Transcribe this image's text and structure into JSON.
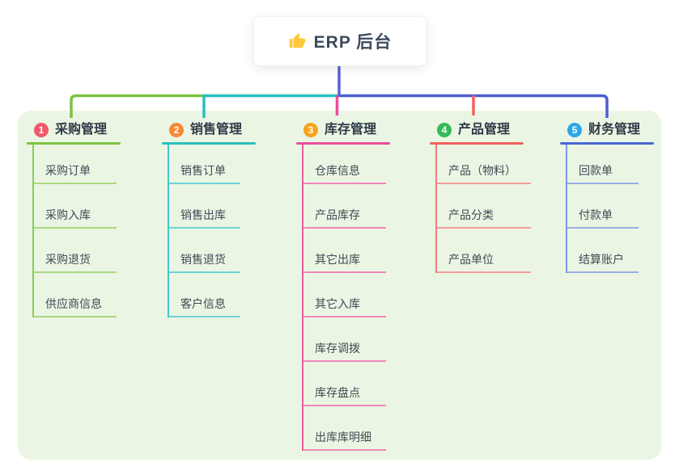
{
  "root": {
    "label": "ERP 后台",
    "icon": "thumbs-up-icon"
  },
  "panel_background": "#eaf6e3",
  "connectors": {
    "root_line_color": "#5463d4",
    "bus_segment_colors": [
      "#7dc242",
      "#29bfc0",
      "#ea4e9b",
      "#f2605f",
      "#4a67d3"
    ]
  },
  "branches": [
    {
      "index": "1",
      "label": "采购管理",
      "badge_color": "#f2596b",
      "line_color": "#7dc242",
      "children": [
        "采购订单",
        "采购入库",
        "采购退货",
        "供应商信息"
      ]
    },
    {
      "index": "2",
      "label": "销售管理",
      "badge_color": "#f98834",
      "line_color": "#29bfc0",
      "children": [
        "销售订单",
        "销售出库",
        "销售退货",
        "客户信息"
      ]
    },
    {
      "index": "3",
      "label": "库存管理",
      "badge_color": "#fba21b",
      "line_color": "#ea4e9b",
      "children": [
        "仓库信息",
        "产品库存",
        "其它出库",
        "其它入库",
        "库存调拨",
        "库存盘点",
        "出库库明细"
      ]
    },
    {
      "index": "4",
      "label": "产品管理",
      "badge_color": "#35b958",
      "line_color": "#f2605f",
      "children": [
        "产品（物料）",
        "产品分类",
        "产品单位"
      ]
    },
    {
      "index": "5",
      "label": "财务管理",
      "badge_color": "#2ba7e8",
      "line_color": "#4a67d3",
      "children": [
        "回款单",
        "付款单",
        "结算账户"
      ]
    }
  ]
}
